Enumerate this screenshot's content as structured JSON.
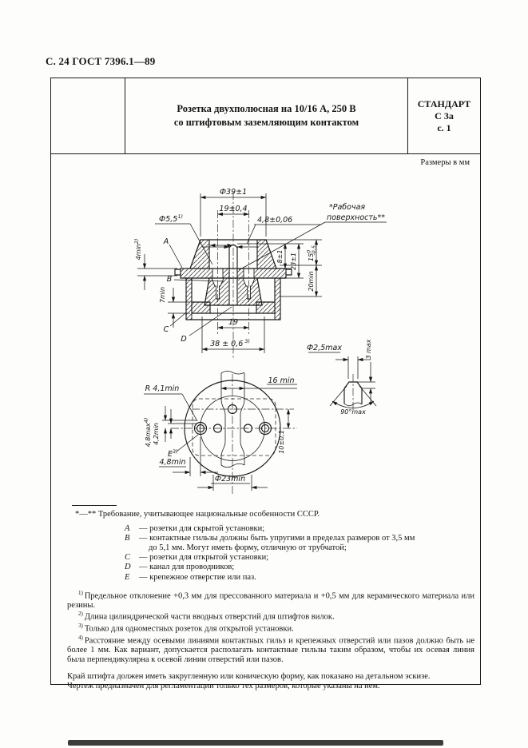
{
  "page_header": "С. 24 ГОСТ 7396.1—89",
  "title_block": {
    "title_line1": "Розетка двухполюсная на 10/16 А, 250 В",
    "title_line2": "со штифтовым заземляющим контактом",
    "standard_label": "СТАНДАРТ",
    "sheet_code": "С 3а",
    "sheet_page": "с. 1"
  },
  "units_note": "Размеры в мм",
  "drawing": {
    "dims": {
      "d39": "Ф39±1",
      "d19_04": "19±0,4",
      "d55": "Ф5,5",
      "d55_sup": "1)",
      "d48_006": "4,8±0,06",
      "work1": "*Рабочая",
      "work2": "поверхность**",
      "d4min": "4min",
      "d4min_sup": "2)",
      "d7min": "7min",
      "d8": "8±1",
      "d23": "23±1",
      "d15": "15",
      "d15_sup": "0",
      "d15_tol": "-0,5",
      "d20min": "20min",
      "d19": "19",
      "d38": "38 ± 0,6",
      "d38_sup": "3)",
      "labelA": "A",
      "labelB": "B",
      "labelC": "C",
      "labelD": "D",
      "r41": "R 4,1min",
      "d16min": "16 min",
      "d48max": "4,8max",
      "d48max_sup": "4)",
      "d42min": "4,2min",
      "labelE": "E",
      "labelE_sup": "3)",
      "d48min": "4,8min",
      "d23min": "Ф23min",
      "d10": "10±0,1",
      "d25max": "Ф2,5max",
      "d3max": "3 max",
      "d90": "90°max"
    }
  },
  "footnotes": {
    "rule_note": "*—** Требование, учитывающее национальные особенности СССР.",
    "legend": [
      {
        "key": "A",
        "text": "— розетки для скрытой установки;"
      },
      {
        "key": "B",
        "text": "— контактные гильзы должны быть упругими в пределах размеров от 3,5 мм",
        "text2": "до 5,1 мм. Могут иметь форму, отличную от трубчатой;"
      },
      {
        "key": "C",
        "text": "— розетки для открытой установки;"
      },
      {
        "key": "D",
        "text": "— канал для проводников;"
      },
      {
        "key": "E",
        "text": "— крепежное отверстие или паз."
      }
    ],
    "notes": [
      {
        "num": "1)",
        "text": "Предельное отклонение +0,3 мм для прессованного материала и +0,5 мм для керамического материала или резины."
      },
      {
        "num": "2)",
        "text": "Длина цилиндрической части вводных отверстий для штифтов вилок."
      },
      {
        "num": "3)",
        "text": "Только для одноместных розеток для открытой установки."
      },
      {
        "num": "4)",
        "text": "Расстояние между осевыми линиями контактных гильз и крепежных отверстий или пазов должно быть не более 1 мм. Как вариант, допускается располагать контактные гильзы таким образом, чтобы их осевая линия была перпендикулярна к осевой линии отверстий или пазов."
      }
    ],
    "closing1": "Край штифта должен иметь закругленную или коническую форму, как показано на детальном эскизе.",
    "closing2": "Чертеж предназначен для регламентации только тех размеров, которые указаны на нем."
  }
}
